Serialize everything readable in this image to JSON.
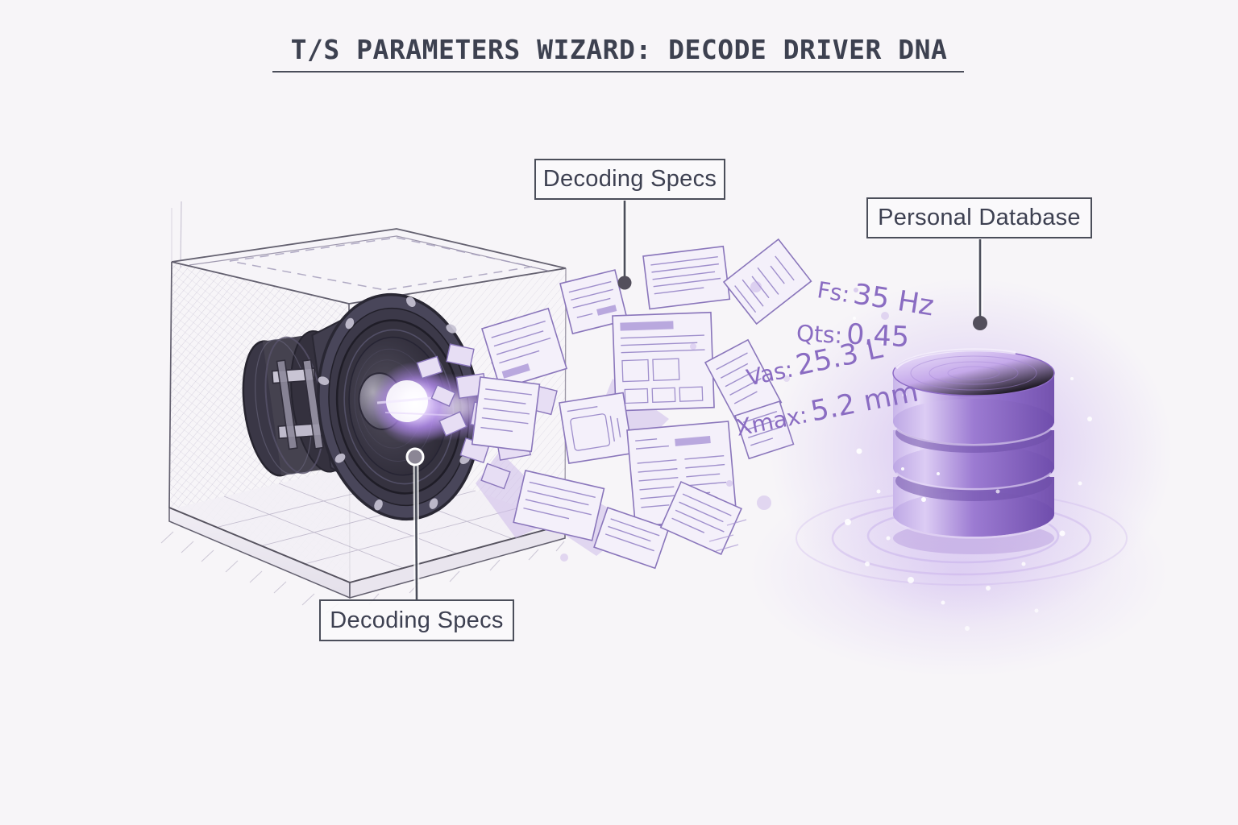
{
  "title": {
    "text": "T/S PARAMETERS WIZARD: DECODE DRIVER DNA"
  },
  "callouts": {
    "decoding_specs_top": "Decoding Specs",
    "personal_database": "Personal Database",
    "decoding_specs_bottom": "Decoding Specs"
  },
  "parameters": [
    {
      "name": "resonant-frequency",
      "label": "Fs:",
      "value": "35 Hz"
    },
    {
      "name": "total-q-factor",
      "label": "Qts:",
      "value": "0.45"
    },
    {
      "name": "equivalent-volume",
      "label": "Vas:",
      "value": "25.3 L"
    },
    {
      "name": "max-excursion",
      "label": "Xmax:",
      "value": "5.2 mm"
    }
  ],
  "icons": {
    "database": "database-cylinder-icon",
    "speaker": "speaker-driver-illustration",
    "enclosure": "speaker-enclosure-sketch",
    "papers": "flying-spec-sheets-illustration",
    "glow": "purple-glow-effect"
  },
  "colors": {
    "background": "#f7f5f8",
    "title_text": "#3d4150",
    "callout_border": "#4b4e5a",
    "callout_text": "#3d4051",
    "parameter_text": "#8a6cc2",
    "paper_stroke": "#8a76bb",
    "sketch_line": "#63606f",
    "speaker_dark": "#3f3c4b",
    "database_purple": "#9678d0",
    "glow_purple": "#cbb3ee"
  }
}
